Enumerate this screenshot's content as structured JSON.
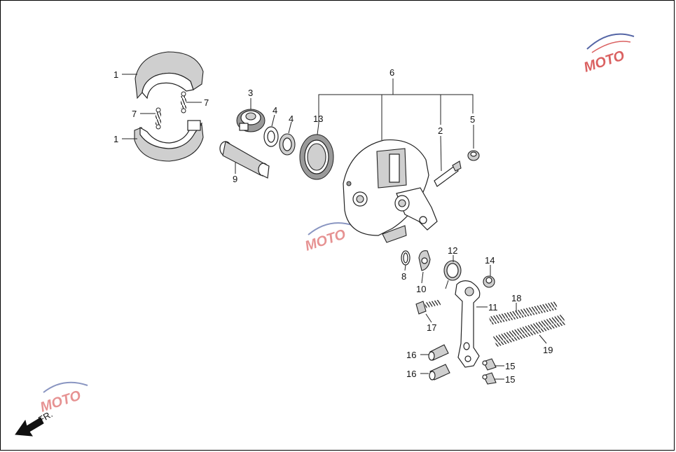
{
  "diagram": {
    "direction_label": "FR.",
    "watermark": {
      "text": "MOTO",
      "colors": {
        "blue": "#2a3f8f",
        "red": "#d23a3a",
        "grey": "#9aa0aa"
      }
    },
    "callouts": {
      "c1a": "1",
      "c1b": "1",
      "c7a": "7",
      "c7b": "7",
      "c3": "3",
      "c9": "9",
      "c4a": "4",
      "c4b": "4",
      "c13": "13",
      "c6": "6",
      "c2": "2",
      "c5": "5",
      "c12": "12",
      "c14": "14",
      "c8": "8",
      "c10": "10",
      "c11": "11",
      "c18": "18",
      "c17": "17",
      "c19": "19",
      "c16a": "16",
      "c16b": "16",
      "c15a": "15",
      "c15b": "15"
    }
  }
}
